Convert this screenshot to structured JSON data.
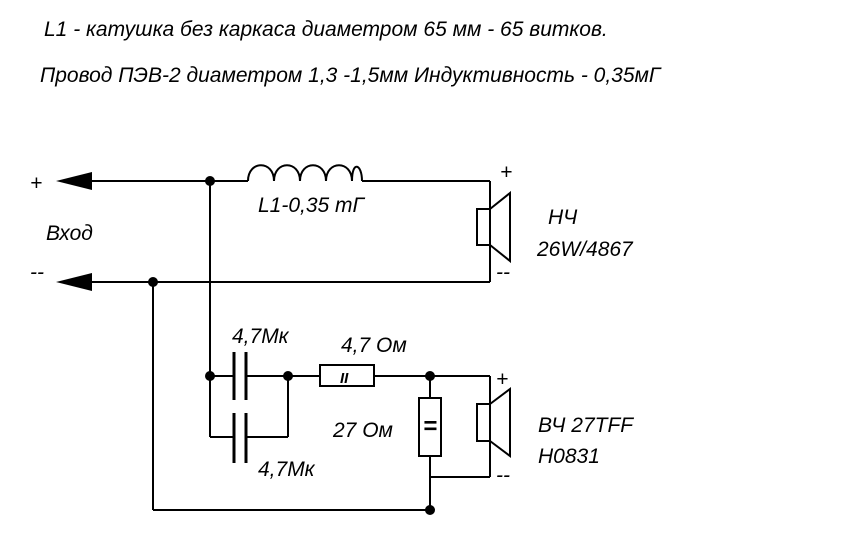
{
  "header": {
    "line1": "L1 - катушка без каркаса диаметром 65 мм - 65 витков.",
    "line2": "Провод ПЭВ-2 диаметром 1,3 -1,5мм   Индуктивность - 0,35мГ"
  },
  "input": {
    "plus": "+",
    "minus": "--",
    "label": "Вход"
  },
  "inductor": {
    "label": "L1-0,35 mГ"
  },
  "woofer": {
    "plus": "+",
    "minus": "--",
    "label_line1": "НЧ",
    "label_line2": "26W/4867"
  },
  "tweeter": {
    "plus": "+",
    "minus": "--",
    "label_line1": "ВЧ  27TFF",
    "label_line2": "H0831"
  },
  "capacitor_top": {
    "label": "4,7Мк"
  },
  "capacitor_bottom": {
    "label": "4,7Мк"
  },
  "resistor_series": {
    "label": "4,7 Ом",
    "mark": "II"
  },
  "resistor_shunt": {
    "label": "27 Ом",
    "mark": "="
  },
  "colors": {
    "line": "#000000",
    "background": "#ffffff"
  }
}
